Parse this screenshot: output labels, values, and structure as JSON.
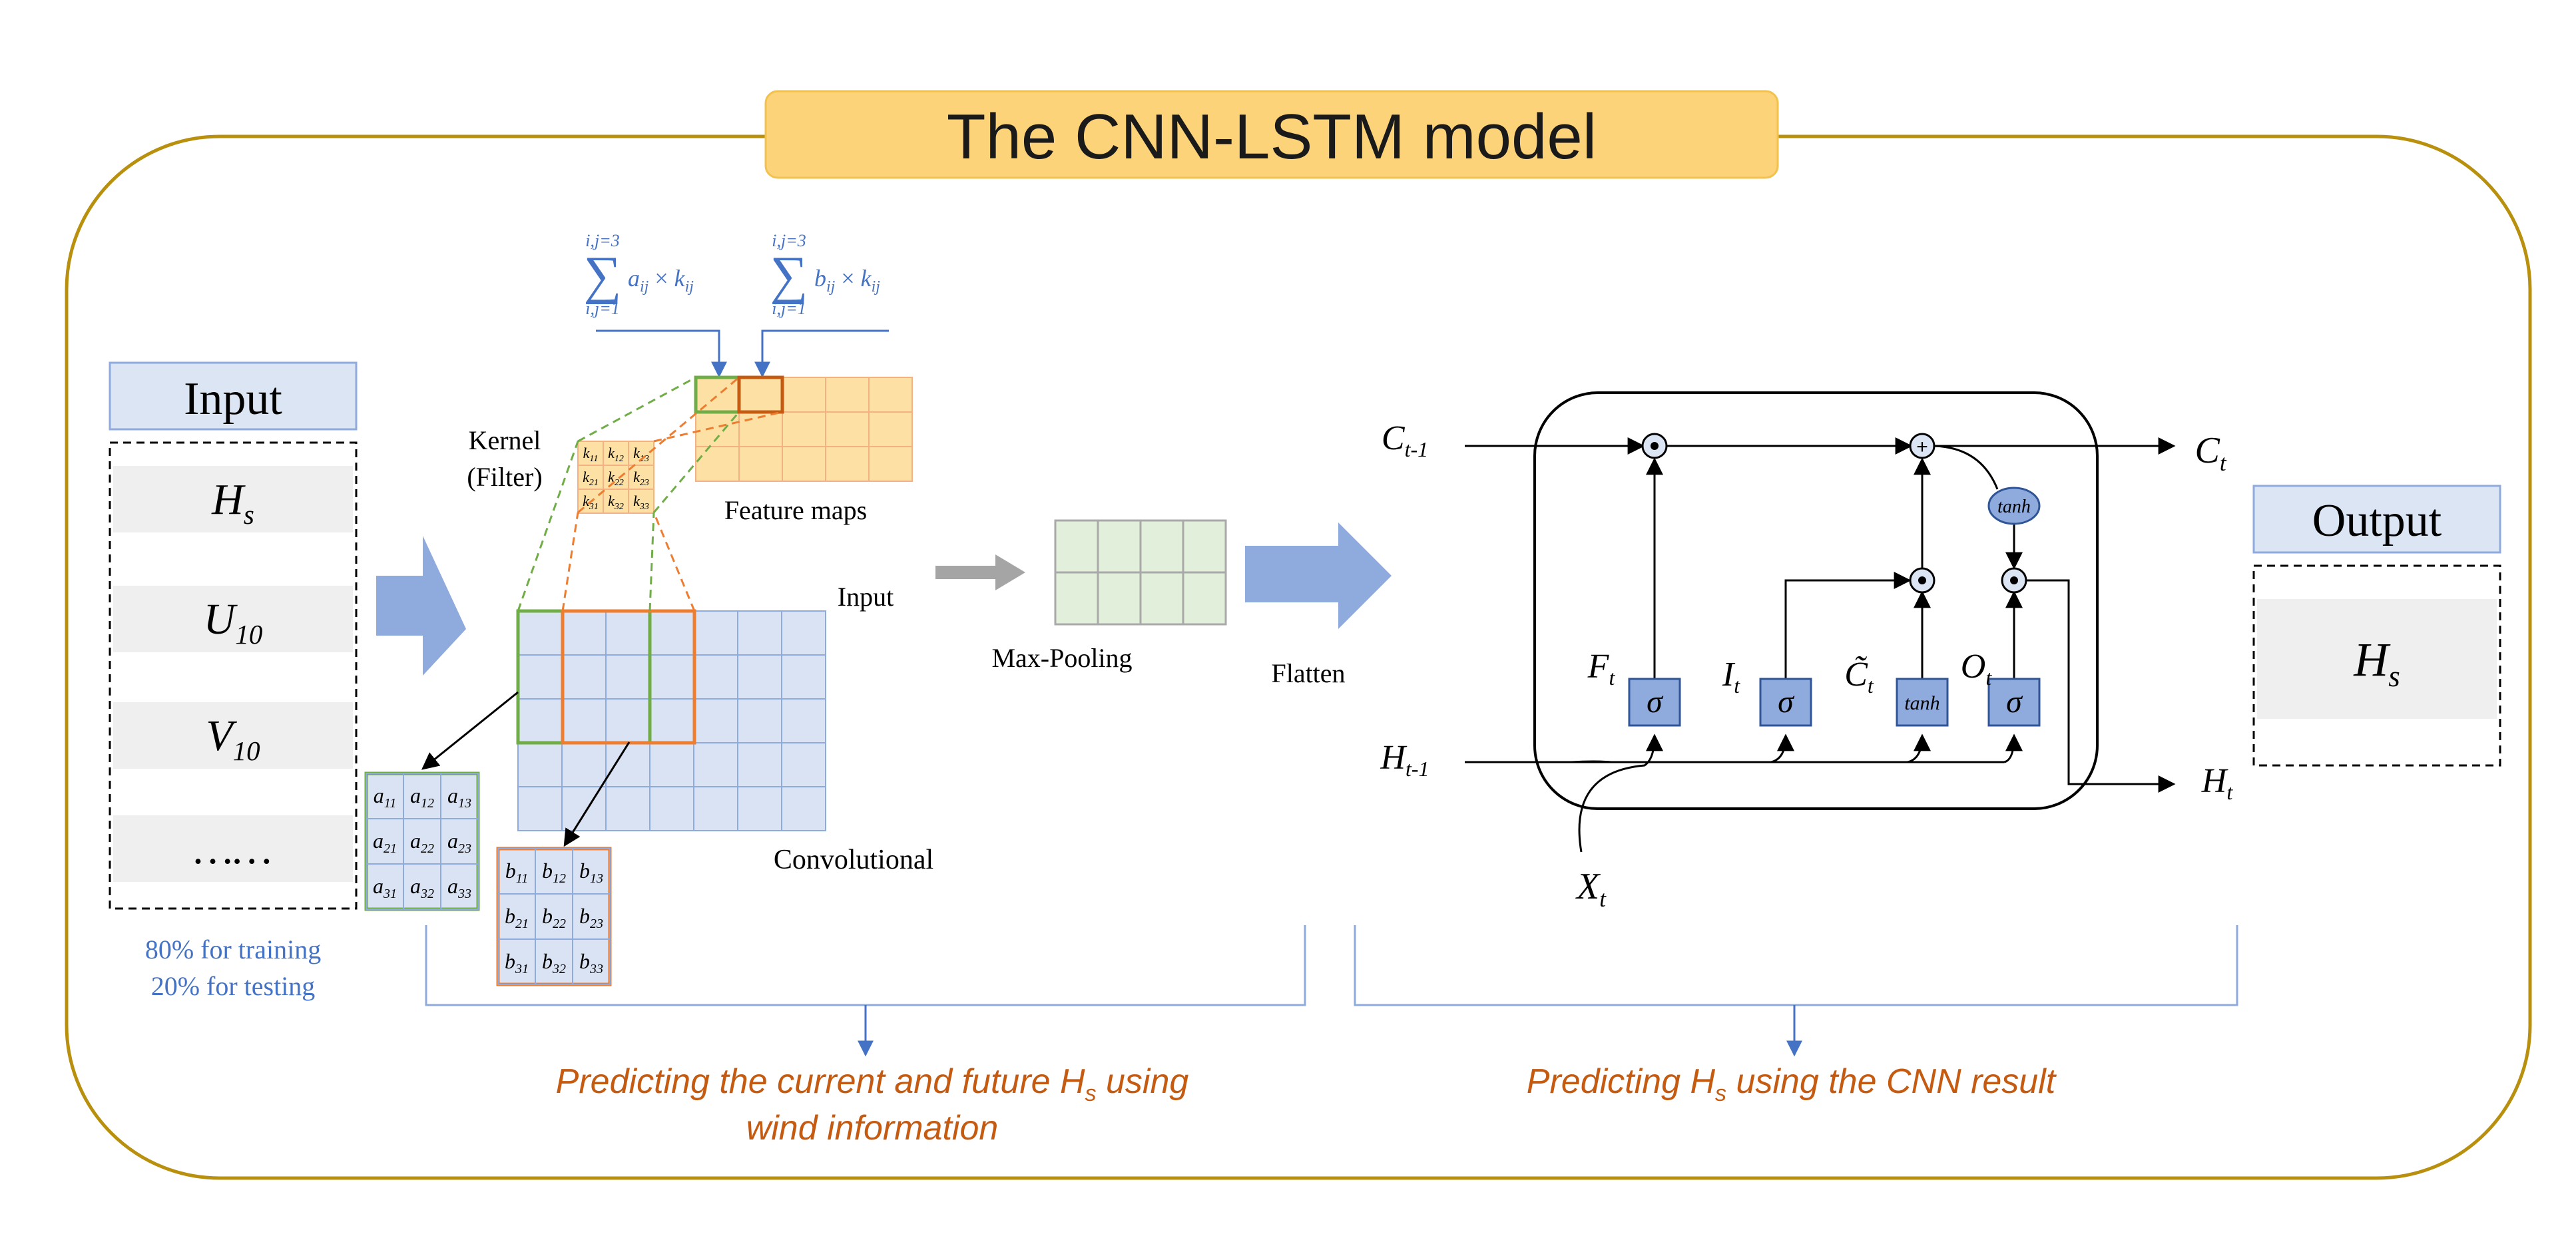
{
  "title": "The CNN-LSTM model",
  "input_panel": {
    "header": "Input",
    "items": [
      {
        "main": "H",
        "sub": "s"
      },
      {
        "main": "U",
        "sub": "10"
      },
      {
        "main": "V",
        "sub": "10"
      },
      {
        "main": "……",
        "sub": ""
      }
    ],
    "split_training": "80% for training",
    "split_testing": "20% for testing"
  },
  "cnn": {
    "formula_a": {
      "sum": "∑",
      "upper": "i,j=3",
      "lower": "i,j=1",
      "term": "a",
      "term_sub": "ij",
      "times": "×",
      "k": "k",
      "k_sub": "ij"
    },
    "formula_b": {
      "sum": "∑",
      "upper": "i,j=3",
      "lower": "i,j=1",
      "term": "b",
      "term_sub": "ij",
      "times": "×",
      "k": "k",
      "k_sub": "ij"
    },
    "kernel_label_1": "Kernel",
    "kernel_label_2": "(Filter)",
    "kernel_cells": [
      [
        "k",
        "11"
      ],
      [
        "k",
        "12"
      ],
      [
        "k",
        "13"
      ],
      [
        "k",
        "21"
      ],
      [
        "k",
        "22"
      ],
      [
        "k",
        "23"
      ],
      [
        "k",
        "31"
      ],
      [
        "k",
        "32"
      ],
      [
        "k",
        "33"
      ]
    ],
    "feature_maps_label": "Feature maps",
    "input_label": "Input",
    "convolutional_label": "Convolutional",
    "maxpool_label": "Max-Pooling",
    "flatten_label": "Flatten",
    "matrix_a": [
      [
        "a",
        "11"
      ],
      [
        "a",
        "12"
      ],
      [
        "a",
        "13"
      ],
      [
        "a",
        "21"
      ],
      [
        "a",
        "22"
      ],
      [
        "a",
        "23"
      ],
      [
        "a",
        "31"
      ],
      [
        "a",
        "32"
      ],
      [
        "a",
        "33"
      ]
    ],
    "matrix_b": [
      [
        "b",
        "11"
      ],
      [
        "b",
        "12"
      ],
      [
        "b",
        "13"
      ],
      [
        "b",
        "21"
      ],
      [
        "b",
        "22"
      ],
      [
        "b",
        "23"
      ],
      [
        "b",
        "31"
      ],
      [
        "b",
        "32"
      ],
      [
        "b",
        "33"
      ]
    ]
  },
  "lstm": {
    "c_prev": {
      "main": "C",
      "sub": "t-1"
    },
    "c_out": {
      "main": "C",
      "sub": "t"
    },
    "h_prev": {
      "main": "H",
      "sub": "t-1"
    },
    "h_out": {
      "main": "H",
      "sub": "t"
    },
    "x_in": {
      "main": "X",
      "sub": "t"
    },
    "f_gate": {
      "main": "F",
      "sub": "t"
    },
    "i_gate": {
      "main": "I",
      "sub": "t"
    },
    "c_tilde": {
      "main": "C̃",
      "sub": "t"
    },
    "o_gate": {
      "main": "O",
      "sub": "t"
    },
    "sigma": "σ",
    "tanh": "tanh",
    "odot": "⊙",
    "plus": "+"
  },
  "output_panel": {
    "header": "Output",
    "item": {
      "main": "H",
      "sub": "s"
    }
  },
  "captions": {
    "left_line1_a": "Predicting the current and future H",
    "left_line1_sub": "s",
    "left_line1_b": " using",
    "left_line2": "wind information",
    "right_a": "Predicting H",
    "right_sub": "s",
    "right_b": " using the CNN result"
  },
  "colors": {
    "frame": "#b8900e",
    "title_fill": "#fdd37a",
    "header_fill": "#dbe5f4",
    "gray_cell": "#efefef",
    "blue_text": "#4472c4",
    "orange_caption": "#c55a11",
    "arrow_blue": "#8faadc",
    "feature_fill": "#fde0a3",
    "feature_stroke": "#f4b183",
    "grid_blue": "#dae3f3",
    "grid_line": "#8faadc",
    "green": "#70ad47",
    "orange": "#ed7d31",
    "pool_fill": "#e2efda",
    "gate_fill": "#8faadc",
    "gate_stroke": "#2f5597"
  }
}
